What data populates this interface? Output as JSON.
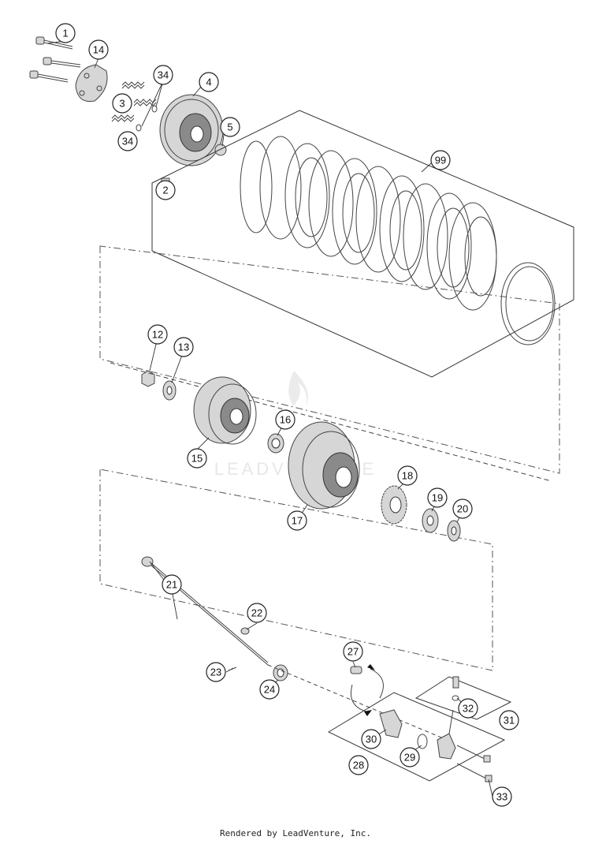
{
  "callouts": [
    "1",
    "14",
    "34",
    "4",
    "3",
    "5",
    "34",
    "2",
    "99",
    "12",
    "13",
    "16",
    "15",
    "18",
    "17",
    "19",
    "20",
    "21",
    "22",
    "27",
    "23",
    "24",
    "32",
    "31",
    "30",
    "29",
    "28",
    "33"
  ],
  "watermark": "LEADVENTURE",
  "footer": "Rendered by LeadVenture, Inc."
}
